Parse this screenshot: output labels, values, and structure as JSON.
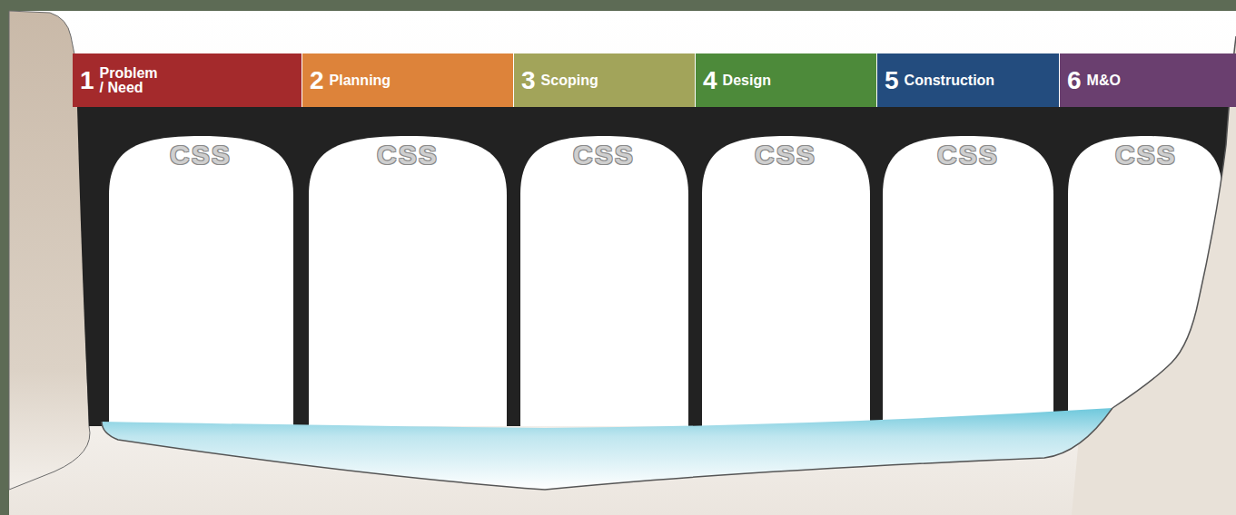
{
  "diagram": {
    "nodes": [
      {
        "text": [
          "1",
          "Problem / Need"
        ]
      },
      {
        "text": [
          "2",
          "Planning"
        ]
      },
      {
        "text": [
          "3",
          "Scoping"
        ]
      },
      {
        "text": [
          "4",
          "Design"
        ]
      },
      {
        "text": [
          "5",
          "Construction"
        ]
      },
      {
        "text": [
          "6",
          "M&O"
        ]
      }
    ],
    "labels": [
      "CSS",
      "CSS",
      "CSS",
      "CSS",
      "CSS",
      "CSS"
    ]
  }
}
